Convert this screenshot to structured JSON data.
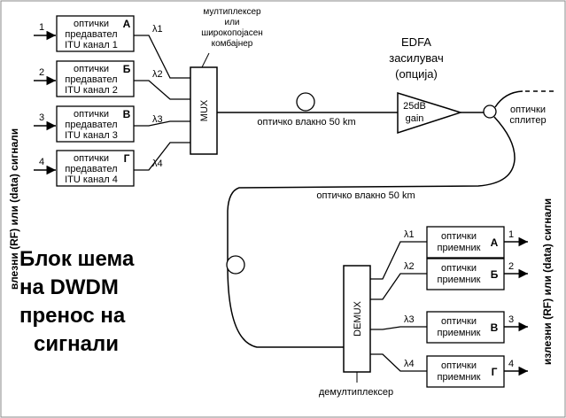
{
  "left_axis_label": "влезни (RF) или (data) сигнали",
  "right_axis_label": "излезни (RF) или (data) сигнали",
  "transmitters": [
    {
      "number": "1",
      "line1": "оптички",
      "line2": "предавател",
      "line3": "ITU канал 1",
      "letter": "А",
      "lambda": "λ1"
    },
    {
      "number": "2",
      "line1": "оптички",
      "line2": "предавател",
      "line3": "ITU канал 2",
      "letter": "Б",
      "lambda": "λ2"
    },
    {
      "number": "3",
      "line1": "оптички",
      "line2": "предавател",
      "line3": "ITU канал 3",
      "letter": "В",
      "lambda": "λ3"
    },
    {
      "number": "4",
      "line1": "оптички",
      "line2": "предавател",
      "line3": "ITU канал 4",
      "letter": "Г",
      "lambda": "λ4"
    }
  ],
  "mux": {
    "label": "MUX",
    "caption": [
      "мултиплексер",
      "или",
      "широкопојасен",
      "комбајнер"
    ]
  },
  "fiber1_label": "оптичко влакно 50 km",
  "fiber2_label": "оптичко влакно 50 km",
  "edfa": {
    "title": [
      "EDFA",
      "засилувач",
      "(опција)"
    ],
    "gain": [
      "25dB",
      "gain"
    ]
  },
  "splitter_label": [
    "оптички",
    "сплитер"
  ],
  "demux": {
    "label": "DEMUX",
    "caption": "демултиплексер"
  },
  "receivers": [
    {
      "number": "1",
      "line1": "оптички",
      "line2": "приемник",
      "letter": "А",
      "lambda": "λ1"
    },
    {
      "number": "2",
      "line1": "оптички",
      "line2": "приемник",
      "letter": "Б",
      "lambda": "λ2"
    },
    {
      "number": "3",
      "line1": "оптички",
      "line2": "приемник",
      "letter": "В",
      "lambda": "λ3"
    },
    {
      "number": "4",
      "line1": "оптички",
      "line2": "приемник",
      "letter": "Г",
      "lambda": "λ4"
    }
  ],
  "title_lines": [
    "Блок шема",
    "на DWDM",
    "пренос на",
    "сигнали"
  ]
}
